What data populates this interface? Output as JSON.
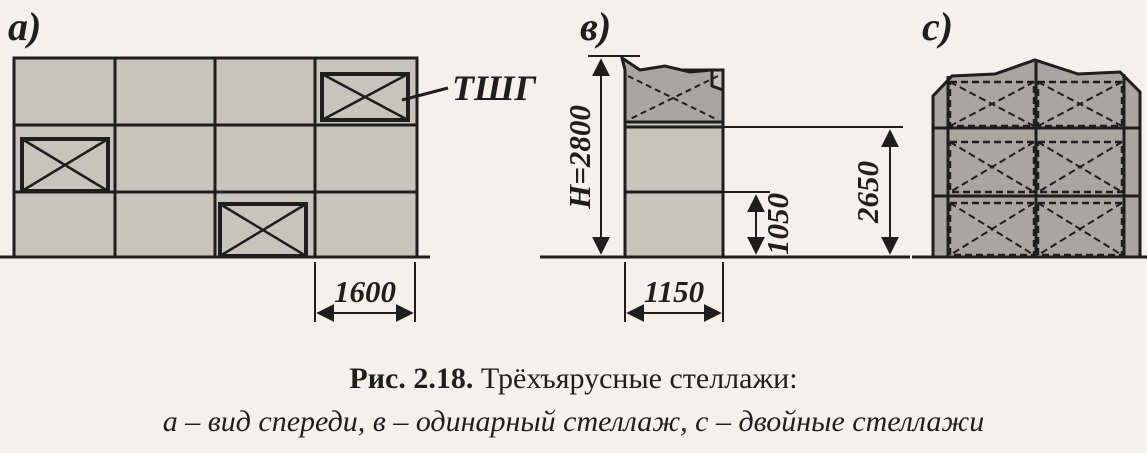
{
  "panels": {
    "a": {
      "label": "а)"
    },
    "b": {
      "label": "в)"
    },
    "c": {
      "label": "с)"
    }
  },
  "annotations": {
    "tshg": "ТШГ",
    "height_total": "H=2800",
    "height_lower": "1050",
    "height_upper": "2650",
    "width_a": "1600",
    "width_b": "1150"
  },
  "caption": {
    "figure": "Рис. 2.18.",
    "title": "Трёхъярусные стеллажи:",
    "subtitle": "а – вид спереди, в – одинарный стеллаж, с – двойные стеллажи"
  },
  "colors": {
    "fill": "#c7c4bc",
    "fill_dark": "#a9a6a0",
    "line": "#1e1e1e",
    "background": "#f3f1ea"
  }
}
